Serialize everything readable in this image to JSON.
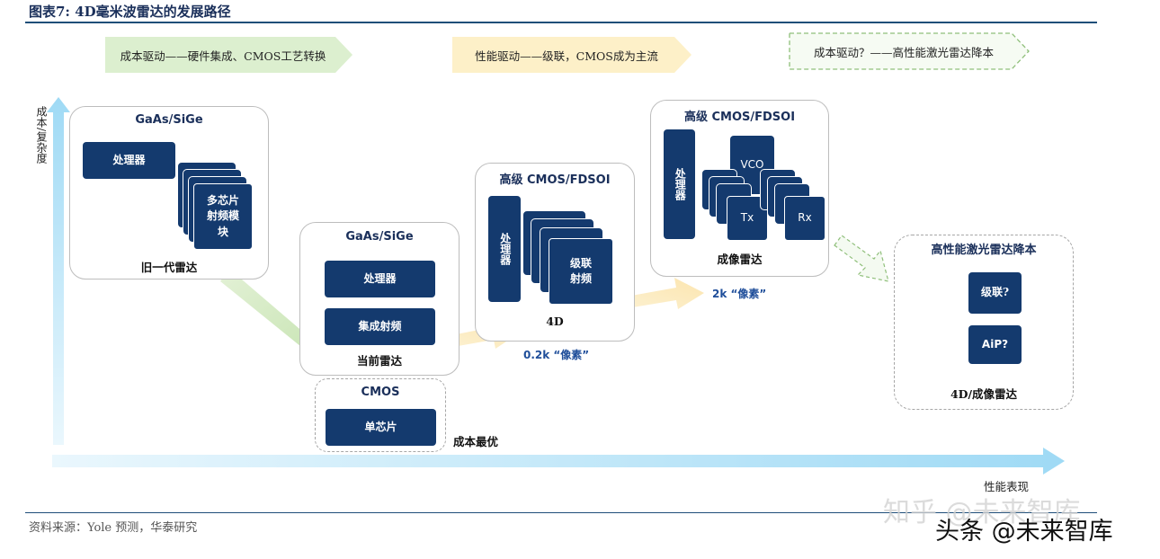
{
  "title": "图表7: 4D毫米波雷达的发展路径",
  "banners": {
    "b1": "成本驱动——硬件集成、CMOS工艺转换",
    "b2": "性能驱动——级联，CMOS成为主流",
    "b3": "成本驱动？——高性能激光雷达降本"
  },
  "axes": {
    "y": "成本/复杂度",
    "x": "性能表现"
  },
  "old_gen": {
    "title": "GaAs/SiGe",
    "processor": "处理器",
    "rf": "多芯片射频模块",
    "label": "旧一代雷达"
  },
  "current": {
    "title": "GaAs/SiGe",
    "processor": "处理器",
    "rf": "集成射频",
    "label": "当前雷达"
  },
  "cmos": {
    "title": "CMOS",
    "chip": "单芯片",
    "label": "成本最优"
  },
  "radar4d": {
    "title": "高级 CMOS/FDSOI",
    "processor": "处理器",
    "rf": "级联射频",
    "label": "4D",
    "pixels": "0.2k “像素”"
  },
  "imaging": {
    "title": "高级 CMOS/FDSOI",
    "processor": "处理器",
    "vco": "VCO",
    "tx": "Tx",
    "rx": "Rx",
    "label": "成像雷达",
    "pixels": "2k “像素”"
  },
  "future": {
    "title": "高性能激光雷达降本",
    "cascade": "级联?",
    "aip": "AiP?",
    "label": "4D/成像雷达"
  },
  "source": "资料来源：Yole 预测，华泰研究",
  "watermark1": "知乎 @未来智库",
  "watermark2": "头条 @未来智库",
  "colors": {
    "navy": "#143a6e",
    "title_blue": "#1a2f5a",
    "green_banner": "#dcefcf",
    "yellow_banner": "#fdf0c8",
    "axis_blue": "#aee0f7"
  }
}
